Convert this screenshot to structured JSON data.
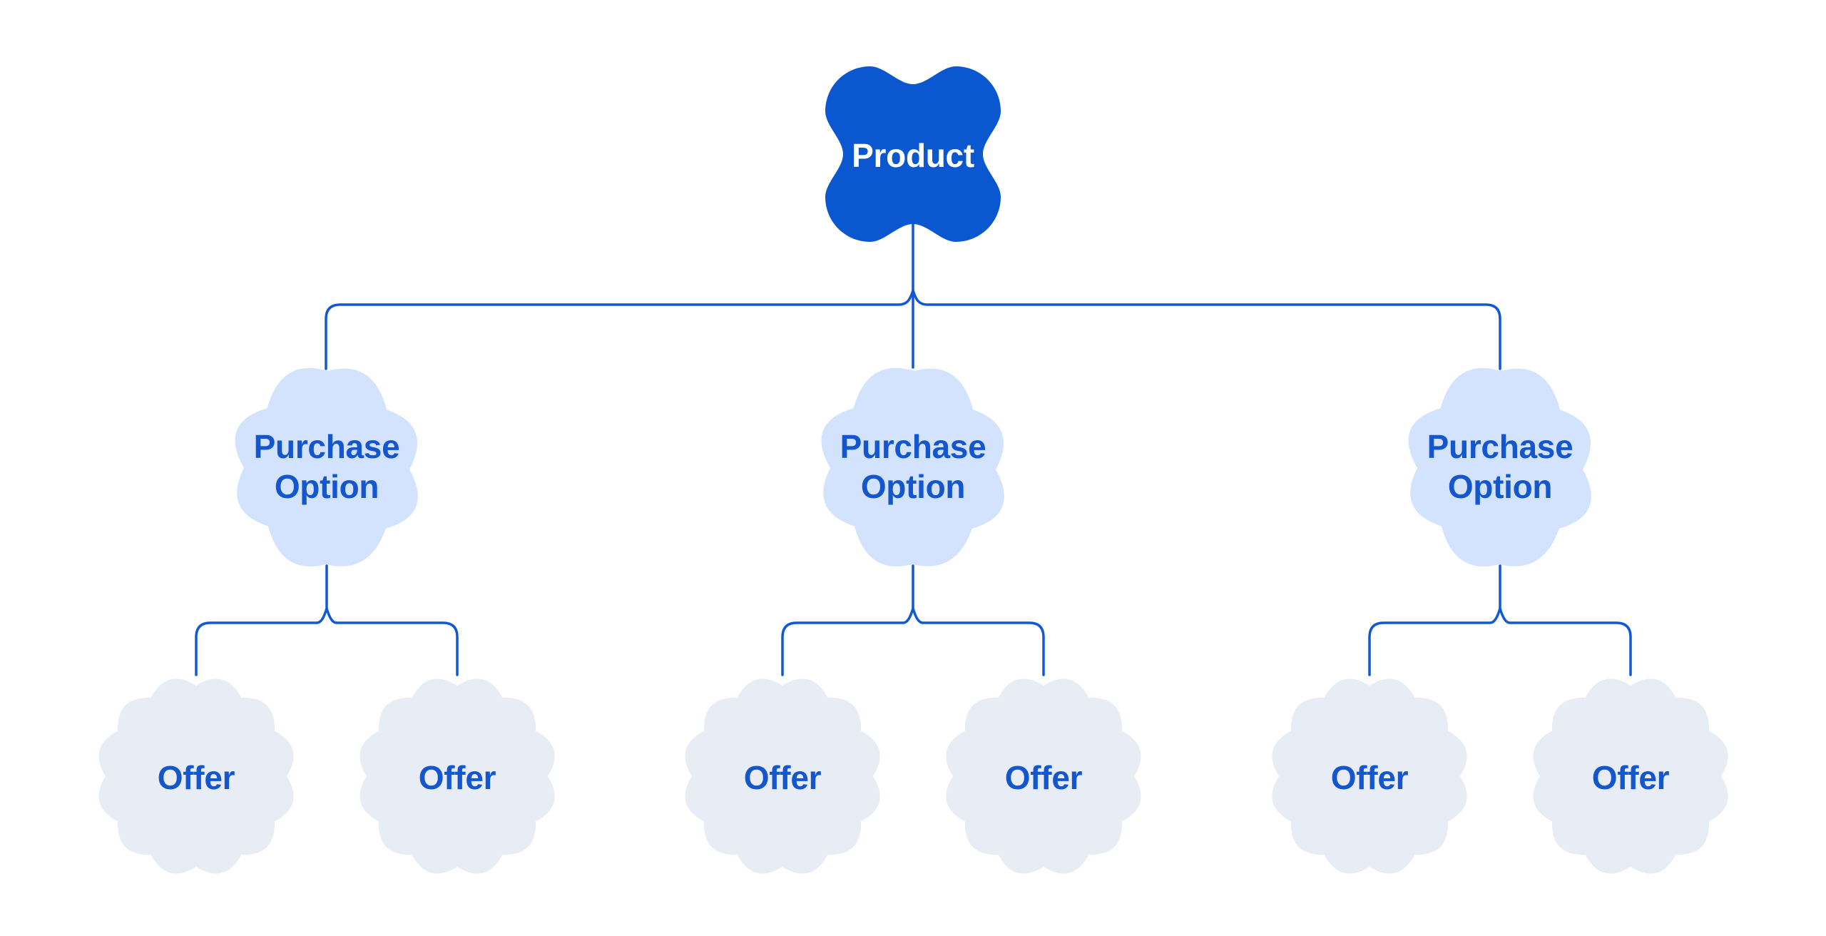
{
  "diagram": {
    "background": "#ffffff",
    "colors": {
      "product_fill": "#0b57d0",
      "product_text": "#ffffff",
      "purchase_fill": "#d3e3fd",
      "offer_fill": "#e8ecf5",
      "node_text": "#1356cd",
      "connector": "#1159d4"
    },
    "root": {
      "label": "Product"
    },
    "purchase_options": [
      {
        "label": "Purchase Option"
      },
      {
        "label": "Purchase Option"
      },
      {
        "label": "Purchase Option"
      }
    ],
    "offers": [
      {
        "label": "Offer"
      },
      {
        "label": "Offer"
      },
      {
        "label": "Offer"
      },
      {
        "label": "Offer"
      },
      {
        "label": "Offer"
      },
      {
        "label": "Offer"
      }
    ]
  }
}
